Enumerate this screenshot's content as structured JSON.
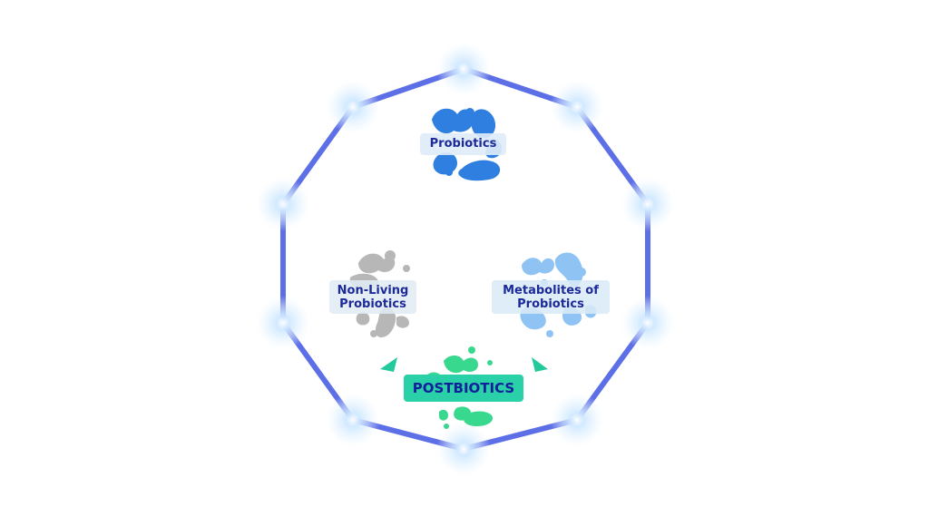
{
  "colors": {
    "ring": "#5d6fe6",
    "glow": "#bfe2ff",
    "probiotics_blob": "#2f7fe0",
    "nonliving_blob": "#b7b7b7",
    "metabolite_blob": "#8ec3f4",
    "postbiotic_blob": "#38d98e",
    "label_text": "#1c2a9a",
    "postbiotics_box": "#2ad0a8",
    "arrow": "#22c99b"
  },
  "labels": {
    "probiotics": "Probiotics",
    "nonliving_line1": "Non-Living",
    "nonliving_line2": "Probiotics",
    "metabolites_line1": "Metabolites of",
    "metabolites_line2": "Probiotics",
    "postbiotics": "POSTBIOTICS"
  }
}
